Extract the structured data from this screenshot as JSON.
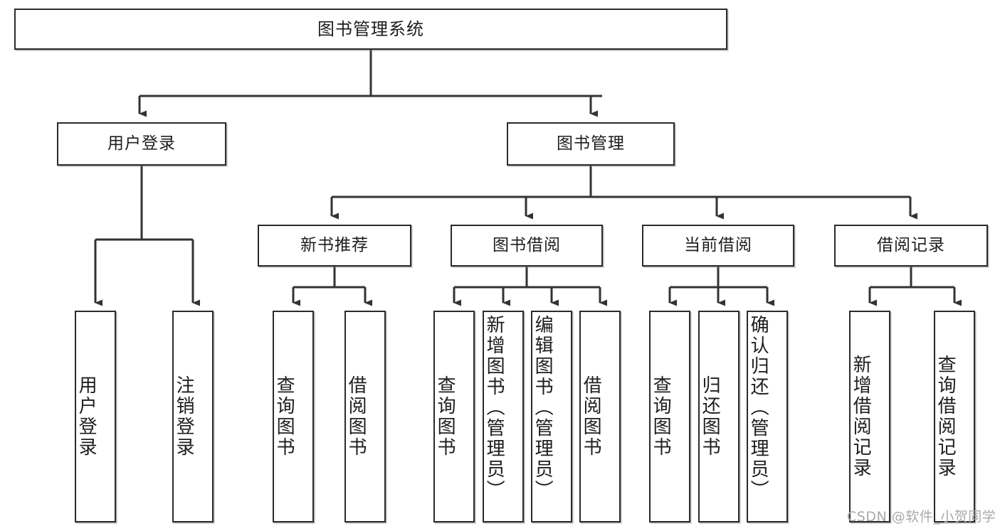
{
  "diagram": {
    "title": "图书管理系统",
    "watermark": "CSDN @软件_小贺同学",
    "levels": {
      "root": {
        "label": "图书管理系统"
      },
      "level2": [
        {
          "label": "用户登录"
        },
        {
          "label": "图书管理"
        }
      ],
      "level3": [
        {
          "label": "新书推荐"
        },
        {
          "label": "图书借阅"
        },
        {
          "label": "当前借阅"
        },
        {
          "label": "借阅记录"
        }
      ],
      "leaves": [
        {
          "label": "用户登录",
          "parent": "用户登录"
        },
        {
          "label": "注销登录",
          "parent": "用户登录"
        },
        {
          "label": "查询图书",
          "parent": "新书推荐"
        },
        {
          "label": "借阅图书",
          "parent": "新书推荐"
        },
        {
          "label": "查询图书",
          "parent": "图书借阅"
        },
        {
          "label": "新增图书（管理员）",
          "parent": "图书借阅"
        },
        {
          "label": "编辑图书（管理员）",
          "parent": "图书借阅"
        },
        {
          "label": "借阅图书",
          "parent": "图书借阅"
        },
        {
          "label": "查询图书",
          "parent": "当前借阅"
        },
        {
          "label": "归还图书",
          "parent": "当前借阅"
        },
        {
          "label": "确认归还（管理员）",
          "parent": "当前借阅"
        },
        {
          "label": "新增借阅记录",
          "parent": "借阅记录"
        },
        {
          "label": "查询借阅记录",
          "parent": "借阅记录"
        }
      ]
    },
    "colors": {
      "box_border": "#2b2b2b",
      "box_fill": "#ffffff",
      "line": "#333333",
      "text": "#1d1d1d",
      "watermark": "#a9a9a9",
      "background": "#ffffff"
    }
  }
}
